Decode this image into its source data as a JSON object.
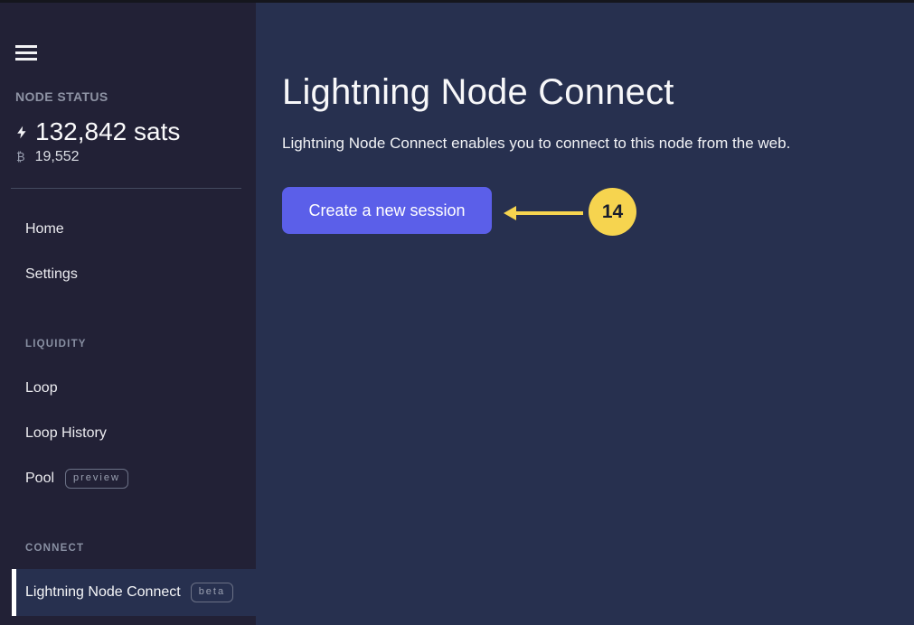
{
  "colors": {
    "sidebar_bg": "#222136",
    "content_bg": "#27304f",
    "button_purple": "#5b5fe9",
    "annotation_yellow": "#f6d44f",
    "active_indicator": "#ffffff"
  },
  "sidebar": {
    "node_status": {
      "heading": "NODE STATUS",
      "lightning_balance": "132,842 sats",
      "bitcoin_symbol": "₿",
      "bitcoin_balance": "19,552"
    },
    "nav_items": [
      {
        "label": "Home"
      },
      {
        "label": "Settings"
      }
    ],
    "liquidity_section": {
      "heading": "LIQUIDITY",
      "items": [
        {
          "label": "Loop"
        },
        {
          "label": "Loop History"
        },
        {
          "label": "Pool",
          "badge": "preview"
        }
      ]
    },
    "connect_section": {
      "heading": "CONNECT",
      "items": [
        {
          "label": "Lightning Node Connect",
          "badge": "beta",
          "active": true
        }
      ]
    }
  },
  "main": {
    "title": "Lightning Node Connect",
    "subtitle": "Lightning Node Connect enables you to connect to this node from the web.",
    "create_session_button": "Create a new session"
  },
  "annotation": {
    "step_number": "14"
  }
}
